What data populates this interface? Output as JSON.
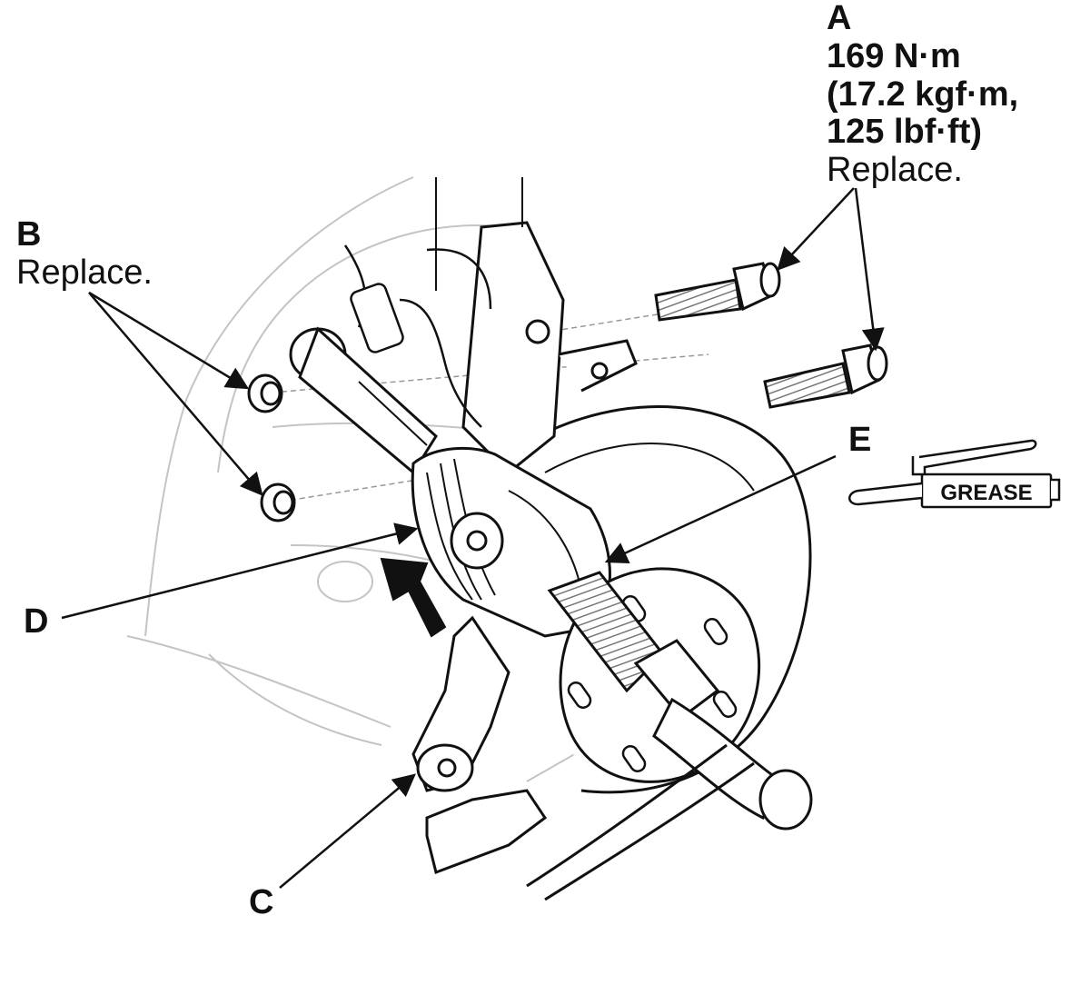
{
  "callouts": {
    "a": {
      "letter": "A",
      "torque_nm": "169 N·m",
      "torque_kgf": "(17.2 kgf·m,",
      "torque_lbf": "125 lbf·ft)",
      "note": "Replace."
    },
    "b": {
      "letter": "B",
      "note": "Replace."
    },
    "c": {
      "letter": "C"
    },
    "d": {
      "letter": "D"
    },
    "e": {
      "letter": "E"
    }
  },
  "grease_symbol": {
    "label": "GREASE",
    "icon": "grease-gun-icon"
  },
  "colors": {
    "line": "#111111",
    "ghost": "#bdbdbd",
    "hatch": "#8a8a8a"
  }
}
